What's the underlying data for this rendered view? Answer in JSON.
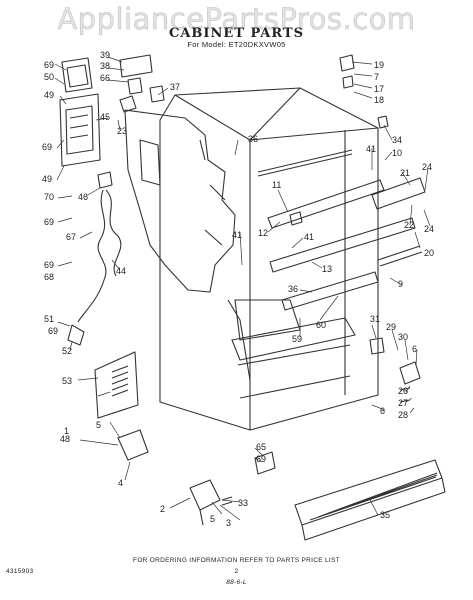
{
  "watermark": "AppliancePartsPros.com",
  "title": "CABINET PARTS",
  "subtitle": "For Model: ET20DKXVW05",
  "footer": {
    "ordering_note": "FOR ORDERING INFORMATION REFER TO PARTS PRICE LIST",
    "code": "4315903",
    "page": "2",
    "stamp": "88-6-L"
  },
  "callouts": [
    "69",
    "50",
    "39",
    "38",
    "66",
    "49",
    "37",
    "45",
    "23",
    "69",
    "49",
    "46",
    "70",
    "69",
    "67",
    "69",
    "68",
    "44",
    "51",
    "69",
    "52",
    "53",
    "48",
    "1",
    "5",
    "4",
    "2",
    "5",
    "3",
    "33",
    "65",
    "69",
    "35",
    "36",
    "41",
    "12",
    "11",
    "41",
    "13",
    "36",
    "60",
    "59",
    "9",
    "6",
    "31",
    "29",
    "30",
    "6",
    "26",
    "27",
    "28",
    "19",
    "7",
    "17",
    "18",
    "34",
    "10",
    "41",
    "21",
    "24",
    "22",
    "24",
    "20"
  ]
}
